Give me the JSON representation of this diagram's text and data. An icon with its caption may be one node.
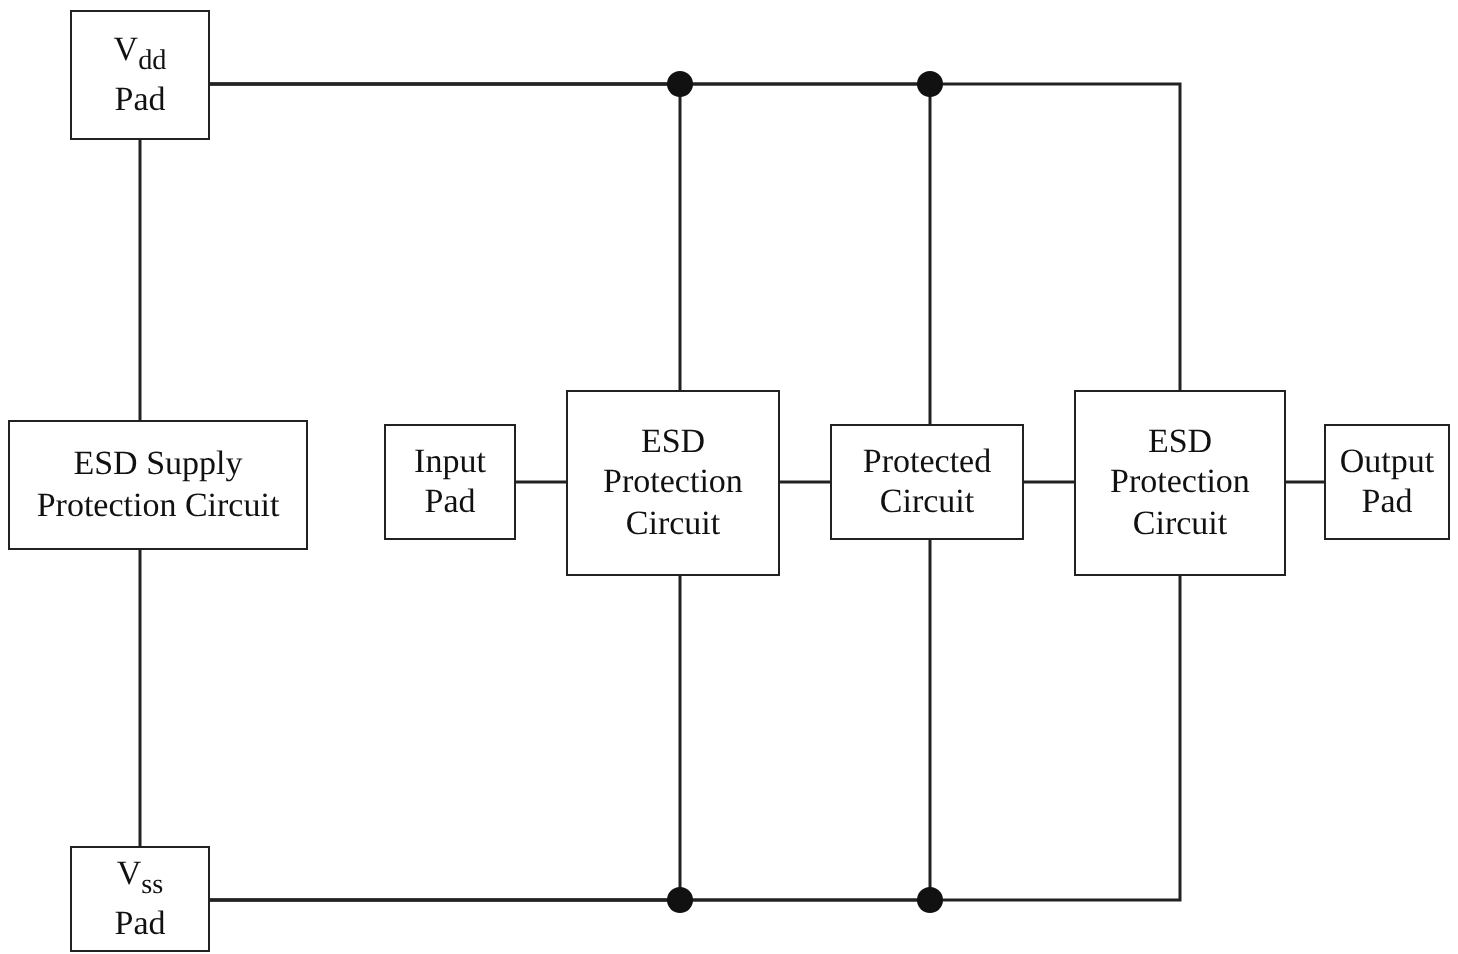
{
  "diagram": {
    "nodes": [
      {
        "text": [
          "V$_{dd}$ Pad"
        ]
      },
      {
        "text": [
          "ESD Supply Protection Circuit"
        ]
      },
      {
        "text": [
          "Input Pad"
        ]
      },
      {
        "text": [
          "ESD Protection Circuit"
        ]
      },
      {
        "text": [
          "Protected Circuit"
        ]
      },
      {
        "text": [
          "ESD Protection Circuit"
        ]
      },
      {
        "text": [
          "Output Pad"
        ]
      },
      {
        "text": [
          "V$_{ss}$ Pad"
        ]
      }
    ],
    "edges": [
      {
        "from": 0,
        "to": 1,
        "arrow": "none"
      },
      {
        "from": 1,
        "to": 7,
        "arrow": "none"
      },
      {
        "from": 2,
        "to": 3,
        "arrow": "none"
      },
      {
        "from": 3,
        "to": 4,
        "arrow": "none"
      },
      {
        "from": 4,
        "to": 5,
        "arrow": "none"
      },
      {
        "from": 5,
        "to": 6,
        "arrow": "none"
      },
      {
        "from": 0,
        "to": 3,
        "arrow": "none"
      },
      {
        "from": 0,
        "to": 4,
        "arrow": "none"
      },
      {
        "from": 0,
        "to": 5,
        "arrow": "none"
      },
      {
        "from": 7,
        "to": 3,
        "arrow": "none"
      },
      {
        "from": 7,
        "to": 4,
        "arrow": "none"
      },
      {
        "from": 7,
        "to": 5,
        "arrow": "none"
      }
    ]
  }
}
